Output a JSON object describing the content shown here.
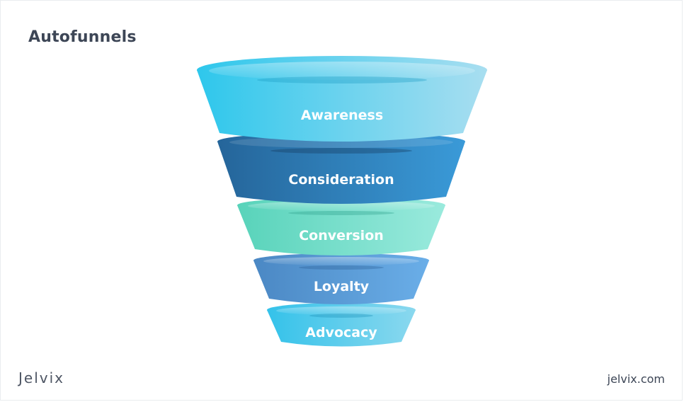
{
  "title": "Autofunnels",
  "stages": [
    {
      "label": "Awareness",
      "color_left": "#2ec7ec",
      "color_right": "#a8def0"
    },
    {
      "label": "Consideration",
      "color_left": "#25659a",
      "color_right": "#3a9ad8"
    },
    {
      "label": "Conversion",
      "color_left": "#58d3ba",
      "color_right": "#9aeadd"
    },
    {
      "label": "Loyalty",
      "color_left": "#4b88c4",
      "color_right": "#6aaee8"
    },
    {
      "label": "Advocacy",
      "color_left": "#34c2ea",
      "color_right": "#8ad8ee"
    }
  ],
  "footer": {
    "brand": "Jelvix",
    "site": "jelvix.com"
  }
}
